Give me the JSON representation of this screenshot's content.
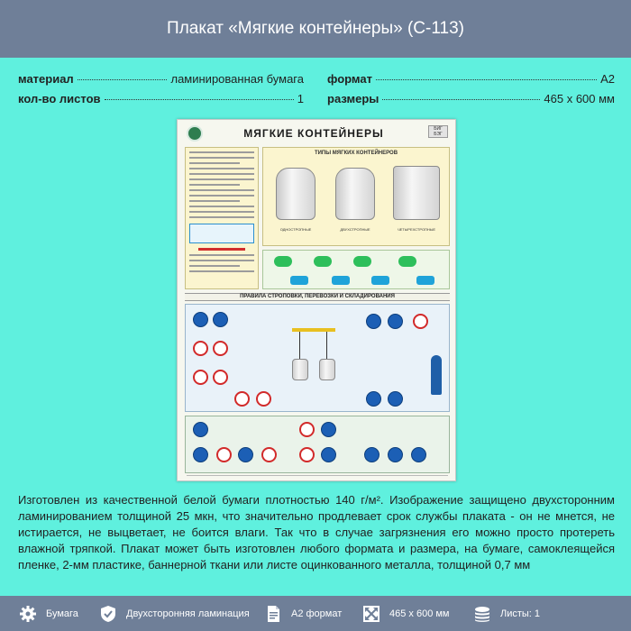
{
  "header": {
    "title": "Плакат «Мягкие контейнеры» (С-113)"
  },
  "specs": {
    "material": {
      "label": "материал",
      "value": "ламинированная бумага"
    },
    "sheets": {
      "label": "кол-во листов",
      "value": "1"
    },
    "format": {
      "label": "формат",
      "value": "A2"
    },
    "size": {
      "label": "размеры",
      "value": "465 х 600 мм"
    }
  },
  "poster": {
    "title": "МЯГКИЕ КОНТЕЙНЕРЫ",
    "subtitle_types": "ТИПЫ МЯГКИХ КОНТЕЙНЕРОВ",
    "subtitle_rules": "ПРАВИЛА СТРОПОВКИ, ПЕРЕВОЗКИ И СКЛАДИРОВАНИЯ",
    "tag_line1": "БИГ",
    "tag_line2": "БЭГ",
    "caption_1": "ОДНОСТРОПНЫЕ",
    "caption_2": "ДВУХСТРОПНЫЕ",
    "caption_3": "ЧЕТЫРЕХСТРОПНЫЕ"
  },
  "description": "Изготовлен из качественной белой бумаги плотностью 140 г/м². Изображение защищено двухсторонним ламинированием толщиной 25 мкн, что значительно продлевает срок службы плаката - он не мнется, не истирается, не выцветает, не боится влаги. Так что в случае загрязнения его можно просто протереть влажной тряпкой. Плакат может быть изготовлен любого формата и размера, на бумаге, самоклеящейся пленке, 2-мм пластике, баннерной ткани или листе оцинкованного металла, толщиной 0,7 мм",
  "footer": {
    "items": [
      {
        "icon": "gear-icon",
        "label": "Бумага"
      },
      {
        "icon": "shield-check-icon",
        "label": "Двухсторонняя ламинация"
      },
      {
        "icon": "document-icon",
        "label": "A2 формат"
      },
      {
        "icon": "expand-arrows-icon",
        "label": "465 х 600 мм"
      },
      {
        "icon": "layers-icon",
        "label": "Листы: 1"
      }
    ]
  },
  "colors": {
    "background": "#5ff0de",
    "bar": "#6f7f98",
    "text": "#222222"
  }
}
